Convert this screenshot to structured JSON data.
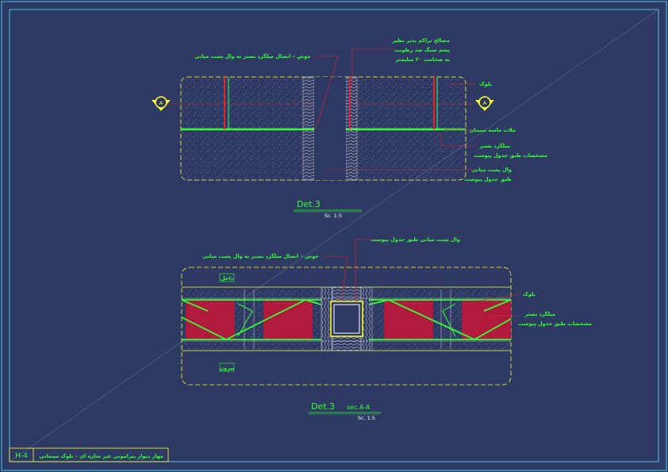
{
  "colors": {
    "background": "#2e3a64",
    "frame": "#46c8e6",
    "annotation": "#33ff33",
    "leader": "#e8202a",
    "concrete": "#ffff33",
    "block_fill": "#b01a3c"
  },
  "detail_plan": {
    "title": "Det.3",
    "scale": "Sc. 1:5",
    "section_marker": "A",
    "labels": {
      "joint": "جوش – اتصال میلگرد بستر به وال پست میانی",
      "sealant_1": "مصالح تراکم پذیر نظیر",
      "sealant_2": "پشم سنگ ضد رطوبت",
      "sealant_3": "به ضخامت ۲۰ میلیمتر",
      "block": "بلوک",
      "mortar": "ملات ماسه سیمان",
      "rebar_1": "میلگرد بستر",
      "rebar_2": "مشخصات طبق جدول پیوست",
      "wallpost_1": "وال پست میانی",
      "wallpost_2": "طبق جدول پیوست"
    }
  },
  "detail_section": {
    "title": "Det.3",
    "subtitle": "sec.A-A",
    "scale": "Sc. 1:5",
    "inside": "داخل",
    "outside": "بیرون",
    "labels": {
      "wallpost": "وال پست میانی طبق جدول پیوست",
      "joint": "جوش – اتصال میلگرد بستر به وال پست میانی",
      "block": "بلوک",
      "rebar_1": "میلگرد بستر",
      "rebar_2": "مشخصات طبق جدول پیوست"
    }
  },
  "title_block": {
    "sheet_code": "H-4",
    "sheet_title": "مهار دیوار پیرامونی غیر سازه ای – بلوک سیمانی"
  }
}
